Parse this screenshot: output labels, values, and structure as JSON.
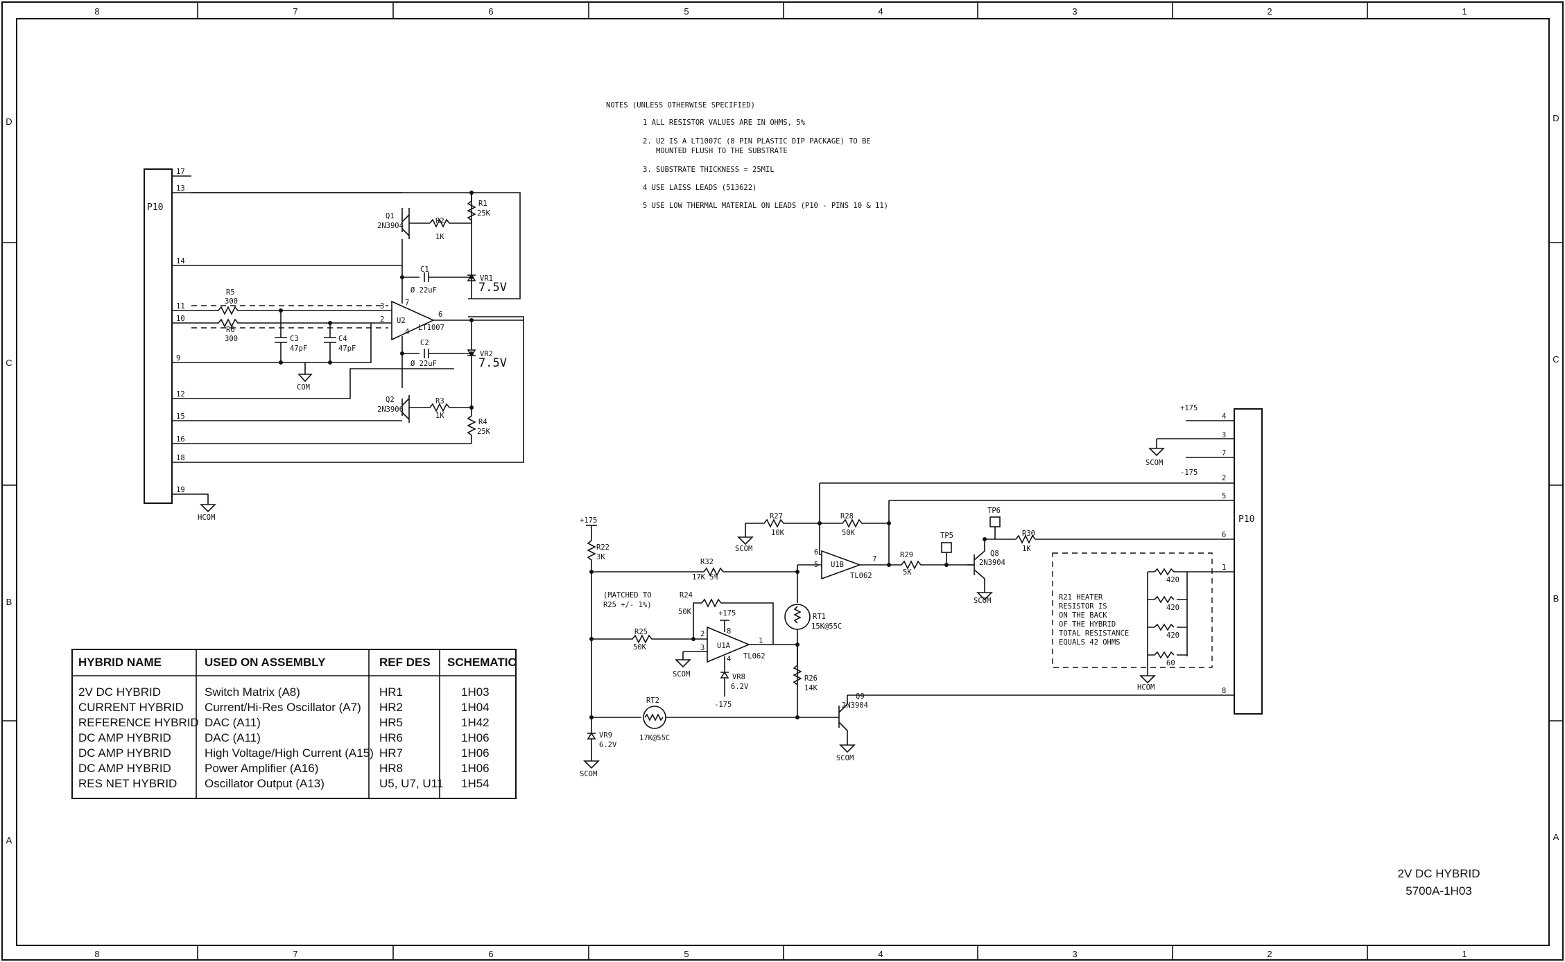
{
  "frame": {
    "zones_top": [
      "8",
      "7",
      "6",
      "5",
      "4",
      "3",
      "2",
      "1"
    ],
    "zones_bottom": [
      "8",
      "7",
      "6",
      "5",
      "4",
      "3",
      "2",
      "1"
    ],
    "zones_left": [
      "D",
      "C",
      "B",
      "A"
    ],
    "zones_right": [
      "D",
      "C",
      "B",
      "A"
    ]
  },
  "notes": {
    "header": "NOTES (UNLESS OTHERWISE SPECIFIED)",
    "n1": "1  ALL RESISTOR VALUES ARE IN OHMS, 5%",
    "n2a": "2. U2 IS A LT1007C (8 PIN PLASTIC DIP PACKAGE) TO BE",
    "n2b": "MOUNTED FLUSH TO THE SUBSTRATE",
    "n3": "3. SUBSTRATE THICKNESS = 25MIL",
    "n4": "4  USE LAISS LEADS (513622)",
    "n5": "5  USE LOW THERMAL MATERIAL ON LEADS (P10 - PINS 10 & 11)"
  },
  "upper_circuit": {
    "connector": "P10",
    "pins": [
      "17",
      "13",
      "14",
      "11",
      "10",
      "9",
      "12",
      "15",
      "16",
      "18",
      "19"
    ],
    "hcom": "HCOM",
    "r5": "R5",
    "r5_val": "300",
    "r6": "R6",
    "r6_val": "300",
    "c3": "C3",
    "c3_val": "47pF",
    "c4": "C4",
    "c4_val": "47pF",
    "com": "COM",
    "u2": "U2",
    "u2_part": "LT1007",
    "u2_p3": "3",
    "u2_p2": "2",
    "u2_p7": "7",
    "u2_p4": "4",
    "u2_p6": "6",
    "q1": "Q1",
    "q1_part": "2N3904",
    "q2": "Q2",
    "q2_part": "2N3906",
    "r1": "R1",
    "r1_val": "25K",
    "r2": "R2",
    "r2_val": "1K",
    "r3": "R3",
    "r3_val": "1K",
    "r4": "R4",
    "r4_val": "25K",
    "c1": "C1",
    "c1_val": "Ø 22uF",
    "c2": "C2",
    "c2_val": "Ø 22uF",
    "vr1": "VR1",
    "vr1_val": "7.5V",
    "vr2": "VR2",
    "vr2_val": "7.5V"
  },
  "lower_circuit": {
    "connector": "P10",
    "pins": [
      "4",
      "3",
      "7",
      "2",
      "5",
      "6",
      "1",
      "8"
    ],
    "p175": "+175",
    "n175": "-175",
    "scom": "SCOM",
    "hcom": "HCOM",
    "r22": "R22",
    "r22_val": "3K",
    "r27": "R27",
    "r27_val": "10K",
    "r28": "R28",
    "r28_val": "50K",
    "u1b": "U1B",
    "u1b_part": "TL062",
    "u1b_p6": "6",
    "u1b_p5": "5",
    "u1b_p7": "7",
    "r29": "R29",
    "r29_val": "5K",
    "tp5": "TP5",
    "tp6": "TP6",
    "q8": "Q8",
    "q8_part": "2N3904",
    "r30": "R30",
    "r30_val": "1K",
    "r32": "R32",
    "r32_val": "17K 5%",
    "matched_a": "(MATCHED TO",
    "matched_b": "R25 +/-  1%)",
    "r24": "R24",
    "r24_val": "50K",
    "r25": "R25",
    "r25_val": "50K",
    "u1a": "U1A",
    "u1a_part": "TL062",
    "u1a_p2": "2",
    "u1a_p3": "3",
    "u1a_p8": "8",
    "u1a_p4": "4",
    "u1a_p1": "1",
    "vr8": "VR8",
    "vr8_val": "6.2V",
    "rt1": "RT1",
    "rt1_val": "15K@55C",
    "r26": "R26",
    "r26_val": "14K",
    "rt2": "RT2",
    "rt2_val": "17K@55C",
    "vr9": "VR9",
    "vr9_val": "6.2V",
    "q9": "Q9",
    "q9_part": "2N3904",
    "heater_lines": [
      "R21 HEATER",
      "RESISTOR IS",
      "ON THE BACK",
      "OF THE HYBRID",
      "TOTAL RESISTANCE",
      "EQUALS 42 OHMS"
    ],
    "heater_vals": [
      "420",
      "420",
      "420",
      "60"
    ]
  },
  "table": {
    "headers": [
      "HYBRID NAME",
      "USED ON ASSEMBLY",
      "REF DES",
      "SCHEMATIC"
    ],
    "rows": [
      [
        "2V DC HYBRID",
        "Switch Matrix (A8)",
        "HR1",
        "1H03"
      ],
      [
        "CURRENT HYBRID",
        "Current/Hi-Res Oscillator (A7)",
        "HR2",
        "1H04"
      ],
      [
        "REFERENCE HYBRID",
        "DAC (A11)",
        "HR5",
        "1H42"
      ],
      [
        "DC AMP HYBRID",
        "DAC (A11)",
        "HR6",
        "1H06"
      ],
      [
        "DC AMP HYBRID",
        "High Voltage/High Current (A15)",
        "HR7",
        "1H06"
      ],
      [
        "DC AMP HYBRID",
        "Power Amplifier (A16)",
        "HR8",
        "1H06"
      ],
      [
        "RES NET HYBRID",
        "Oscillator Output (A13)",
        "U5, U7, U11",
        "1H54"
      ]
    ]
  },
  "title_block": {
    "name": "2V DC HYBRID",
    "number": "5700A-1H03"
  }
}
